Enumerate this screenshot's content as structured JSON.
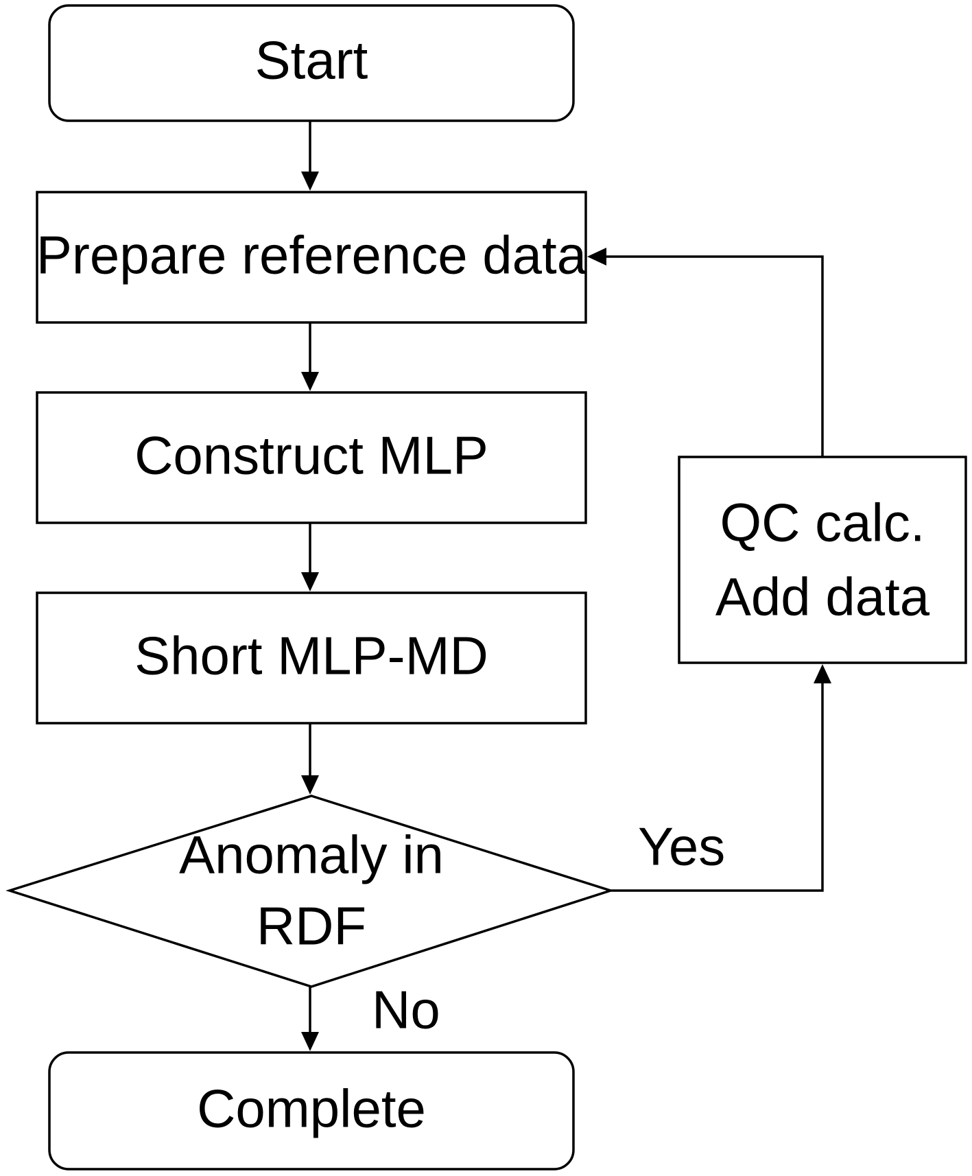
{
  "nodes": {
    "start": {
      "text": "Start"
    },
    "prepare": {
      "text": "Prepare reference data"
    },
    "construct": {
      "text": "Construct MLP"
    },
    "short_md": {
      "text": "Short MLP-MD"
    },
    "anomaly": {
      "line1": "Anomaly in",
      "line2": "RDF"
    },
    "qc": {
      "line1": "QC calc.",
      "line2": "Add data"
    },
    "complete": {
      "text": "Complete"
    }
  },
  "edge_labels": {
    "yes": "Yes",
    "no": "No"
  },
  "colors": {
    "stroke": "#000000",
    "fill": "#ffffff",
    "text": "#000000"
  }
}
